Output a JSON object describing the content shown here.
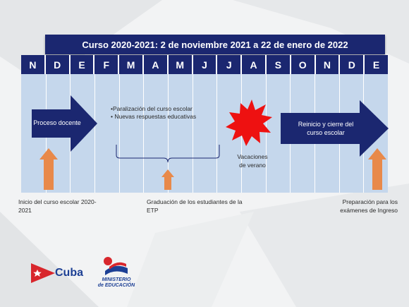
{
  "banner": {
    "title": "Curso 2020-2021: 2 de noviembre  2021 a 22 de enero  de 2022"
  },
  "months": [
    "N",
    "D",
    "E",
    "F",
    "M",
    "A",
    "M",
    "J",
    "J",
    "A",
    "S",
    "O",
    "N",
    "D",
    "E"
  ],
  "diagram": {
    "arrow_left_label": "Proceso docente",
    "arrow_right_label": "Reinicio y cierre del curso escolar",
    "bullets": [
      "•Paralización del curso escolar",
      "• Nuevas respuestas educativas"
    ],
    "vacaciones": [
      "Vacaciones",
      "de verano"
    ],
    "label_inicio": [
      "Inicio del curso escolar 2020-",
      "2021"
    ],
    "label_graduacion": [
      "Graduación de los estudiantes  de la",
      "ETP"
    ],
    "label_preparacion": [
      "Preparación para  los",
      "exámenes de Ingreso"
    ]
  },
  "colors": {
    "navy": "#1b2770",
    "timeline": "#c5d7ec",
    "orange": "#e8894a",
    "burst": "#ee1111"
  },
  "logos": {
    "cuba": "Cuba",
    "ministerio": [
      "MINISTERIO",
      "de EDUCACIÓN"
    ]
  }
}
